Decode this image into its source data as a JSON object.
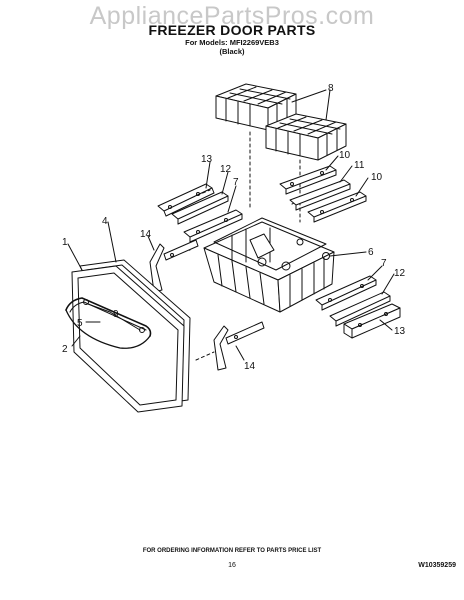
{
  "watermark": "AppliancePartsPros.com",
  "header": {
    "title": "FREEZER DOOR PARTS",
    "models_line": "For Models: MFI2269VEB3",
    "variant": "(Black)"
  },
  "callouts": [
    "8",
    "13",
    "12",
    "7",
    "10",
    "11",
    "10",
    "4",
    "1",
    "14",
    "6",
    "7",
    "12",
    "9",
    "5",
    "2",
    "13",
    "14"
  ],
  "footer": {
    "ordering_note": "FOR ORDERING INFORMATION REFER TO PARTS PRICE LIST",
    "page_number": "16",
    "document_number": "W10359259"
  },
  "colors": {
    "line": "#111111",
    "watermark": "#c8c8c8",
    "background": "#ffffff"
  }
}
